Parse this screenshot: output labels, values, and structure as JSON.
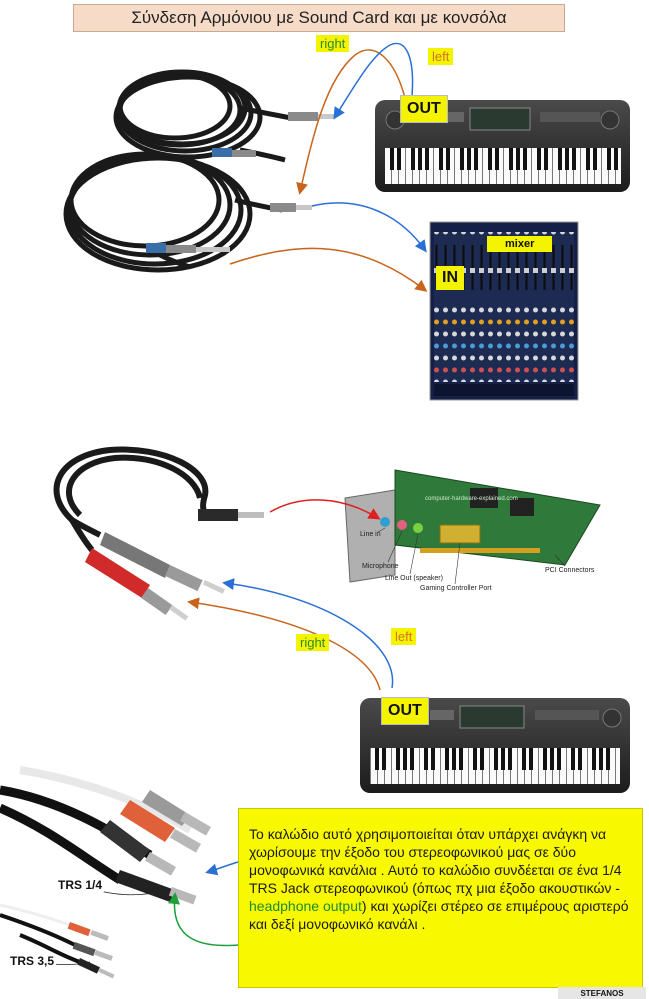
{
  "title": "Σύνδεση Αρμόνιου με Sound Card και με κονσόλα",
  "top": {
    "right_label": "right",
    "left_label": "left",
    "out_label": "OUT",
    "in_label": "IN",
    "mixer_label": "mixer"
  },
  "middle": {
    "right_label": "right",
    "left_label": "left",
    "out_label": "OUT",
    "soundcard": {
      "line_in": "Line in",
      "microphone": "Microphone",
      "line_out": "Line Out (speaker)",
      "gaming": "Gaming Controller Port",
      "pci": "PCI Connectors",
      "watermark": "computer-hardware-explained.com"
    }
  },
  "bottom": {
    "trs_quarter": "TRS 1/4",
    "trs_35": "TRS 3,5",
    "note_part1": "Το καλώδιο αυτό χρησιμοποιείται όταν υπάρχει ανάγκη να χωρίσουμε  την έξοδο του στερεοφωνικού μας σε δύο μονοφωνικά κανάλια . Αυτό το καλώδιο συνδέεται σε ένα 1/4 TRS Jack στερεοφωνικού (όπως πχ μια έξοδο ακουστικών - ",
    "note_highlight": "headphone output",
    "note_part2": ") και χωρίζει στέρεο σε επιμέρους αριστερό και δεξί μονοφωνικό κανάλι .",
    "signature": "STEFANOS"
  },
  "colors": {
    "arrow_orange": "#c8641e",
    "arrow_blue": "#2a6fd6",
    "arrow_red": "#e02020",
    "arrow_green": "#1ea03a",
    "label_yellow": "#f4f400",
    "title_bg": "#f6dcc8"
  }
}
